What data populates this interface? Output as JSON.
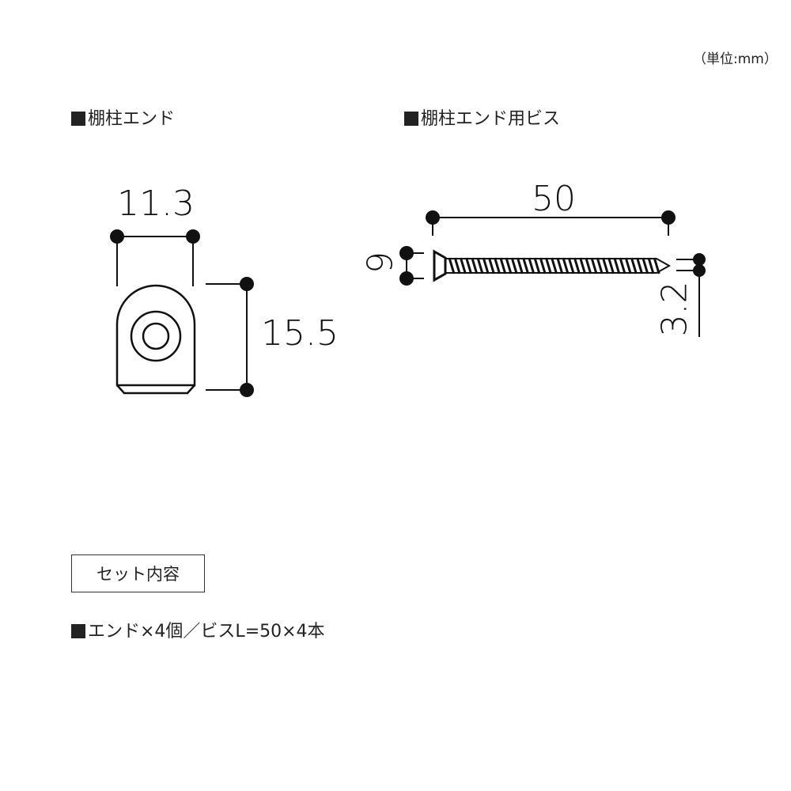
{
  "unit_note": "（単位:mm）",
  "part1": {
    "title": "棚柱エンド",
    "width": "11.3",
    "height": "15.5"
  },
  "part2": {
    "title": "棚柱エンド用ビス",
    "length": "50",
    "head": "6",
    "shank": "3.2"
  },
  "set": {
    "label": "セット内容",
    "contents": "エンド×4個／ビスL=50×4本"
  }
}
